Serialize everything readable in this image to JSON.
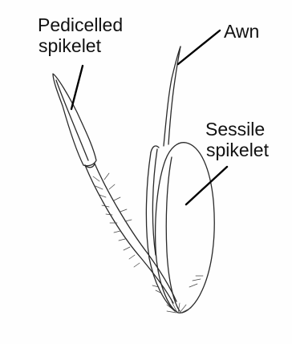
{
  "labels": {
    "pedicelled_line1": "Pedicelled",
    "pedicelled_line2": "spikelet",
    "awn": "Awn",
    "sessile_line1": "Sessile",
    "sessile_line2": "spikelet"
  },
  "colors": {
    "ink": "#222222",
    "leader": "#000000",
    "background": "#fefefe"
  }
}
